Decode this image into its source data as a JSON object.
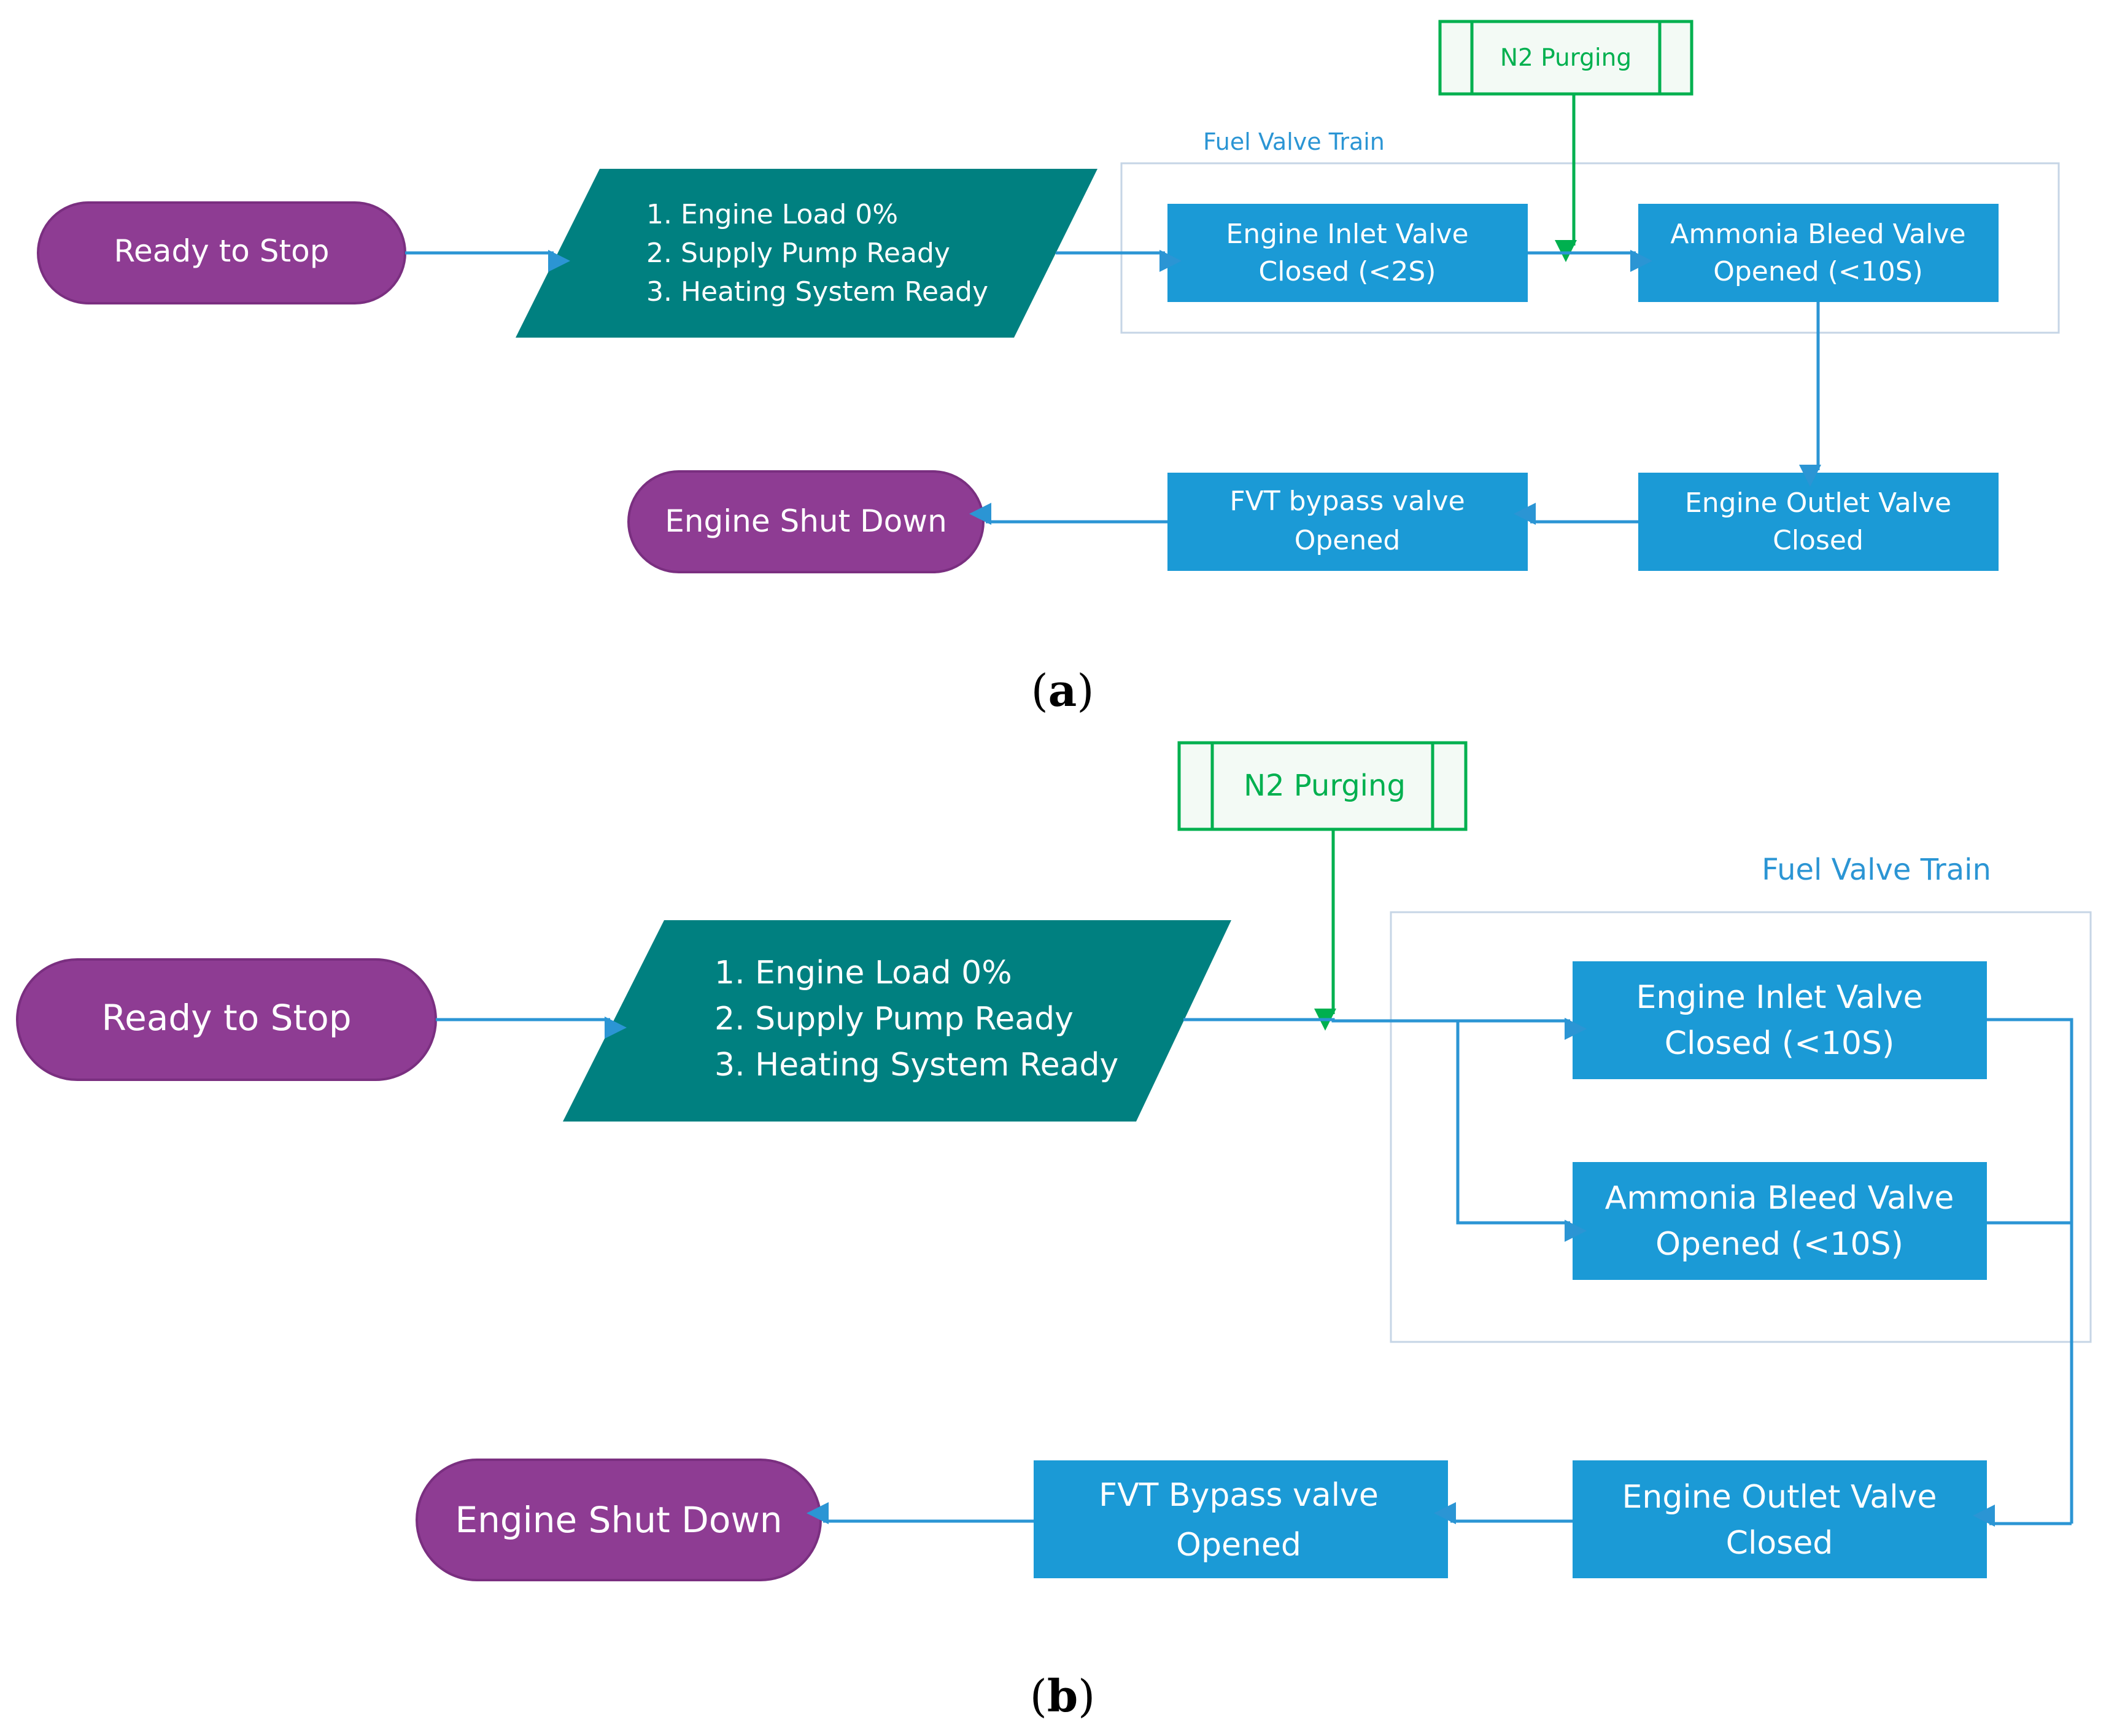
{
  "colors": {
    "terminal": "#8e3c93",
    "terminal_text": "#ffffff",
    "condition": "#008080",
    "process": "#1b9ad6",
    "process_text": "#ffffff",
    "arrow": "#2b95d4",
    "purge": "#00b04f",
    "group_border": "#c6d5e6",
    "group_label": "#2b95d4",
    "caption": "#000000"
  },
  "diagram_a": {
    "caption": "(a)",
    "start": "Ready to Stop",
    "conditions": [
      "1. Engine Load 0%",
      "2. Supply Pump Ready",
      "3. Heating System Ready"
    ],
    "group_label": "Fuel Valve Train",
    "purge": "N2 Purging",
    "inlet": [
      "Engine Inlet Valve",
      "Closed (<2S)"
    ],
    "bleed": [
      "Ammonia Bleed Valve",
      "Opened (<10S)"
    ],
    "outlet": [
      "Engine Outlet Valve",
      "Closed"
    ],
    "bypass": [
      "FVT bypass valve",
      "Opened"
    ],
    "end": "Engine Shut Down"
  },
  "diagram_b": {
    "caption": "(b)",
    "start": "Ready to Stop",
    "conditions": [
      "1. Engine Load 0%",
      "2. Supply Pump Ready",
      "3. Heating System Ready"
    ],
    "group_label": "Fuel Valve Train",
    "purge": "N2 Purging",
    "inlet": [
      "Engine Inlet Valve",
      "Closed (<10S)"
    ],
    "bleed": [
      "Ammonia Bleed Valve",
      "Opened (<10S)"
    ],
    "outlet": [
      "Engine Outlet Valve",
      "Closed"
    ],
    "bypass": [
      "FVT Bypass valve",
      "Opened"
    ],
    "end": "Engine Shut Down"
  }
}
